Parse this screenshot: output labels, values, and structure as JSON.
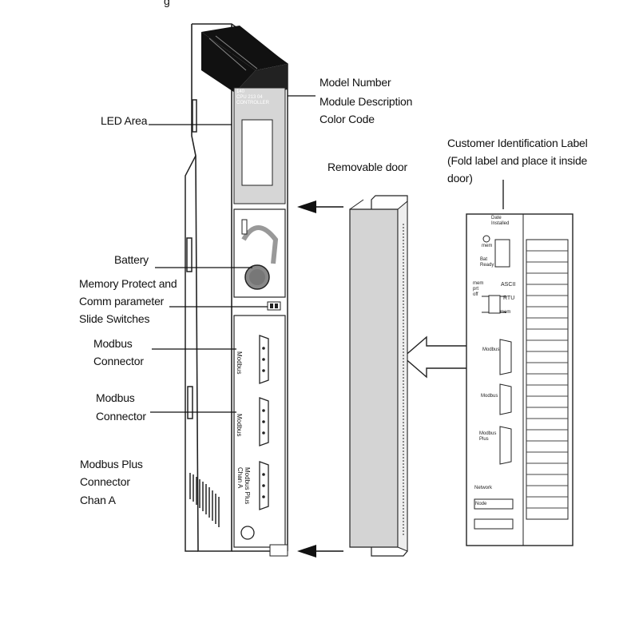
{
  "top_caption": "g",
  "labels": {
    "led_area": "LED Area",
    "model_number": [
      "Model Number",
      "Module Description",
      "Color Code"
    ],
    "battery": "Battery",
    "memory_protect": [
      "Memory Protect and",
      "Comm parameter",
      "Slide Switches"
    ],
    "modbus_connector_1": [
      "Modbus",
      "Connector"
    ],
    "modbus_connector_2": [
      "Modbus",
      "Connector"
    ],
    "modbus_plus_connector": [
      "Modbus Plus",
      "Connector",
      "Chan A"
    ],
    "removable_door": "Removable door",
    "customer_label": [
      "Customer Identification Label",
      "(Fold label and place it inside",
      "door)"
    ]
  },
  "module_text": {
    "model_code": "140",
    "model_line_1": "CPU 213 04",
    "model_line_2": "CONTROLLER",
    "port_1": "Modbus",
    "port_2": "Modbus",
    "port_3": [
      "Modbus Plus",
      "Chan A"
    ]
  },
  "door_label_text": {
    "date_installed": [
      "Date",
      "Installed"
    ],
    "mem_on": "mem",
    "bat_ok": [
      "Bat",
      "Ready"
    ],
    "ascii": "ASCII",
    "rtu": "RTU",
    "mem_prt": [
      "mem",
      "prt",
      "off"
    ],
    "mem_2": "mem",
    "modbus_1": "Modbus",
    "modbus_2": "Modbus",
    "modbus_plus": [
      "Modbus",
      "Plus"
    ],
    "network": "Network",
    "node": "Node"
  }
}
